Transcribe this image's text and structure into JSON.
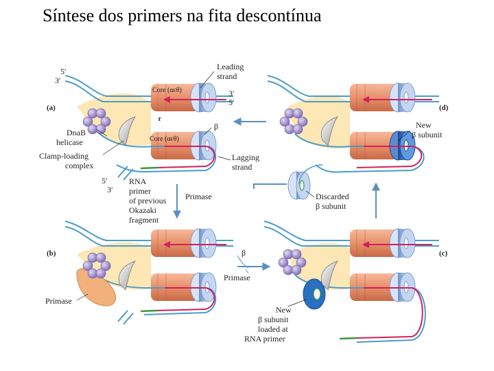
{
  "title": "Síntese dos primers na fita descontínua",
  "panels": {
    "a": "(a)",
    "b": "(b)",
    "c": "(c)",
    "d": "(d)"
  },
  "labels": {
    "five_prime": "5′",
    "three_prime": "3′",
    "leading_l1": "Leading",
    "leading_l2": "strand",
    "core": "Core (αεθ)",
    "tau": "τ",
    "beta": "β",
    "dnab_l1": "DnaB",
    "dnab_l2": "helicase",
    "clamp_l1": "Clamp-loading",
    "clamp_l2": "complex",
    "lagging_l1": "Lagging",
    "lagging_l2": "strand",
    "rna_l1": "RNA",
    "rna_l2": "primer",
    "rna_l3": "of previous",
    "rna_l4": "Okazaki",
    "rna_l5": "fragment",
    "primase": "Primase",
    "newbeta_l1": "New",
    "newbeta_l2": "β subunit",
    "loaded_l3": "loaded at",
    "loaded_l4": "RNA primer",
    "discarded_l1": "Discarded",
    "discarded_l2": "β subunit"
  },
  "colors": {
    "dna": "#4a9cc8",
    "new_strand": "#d0205a",
    "rna_primer": "#3a9a3a",
    "core": "#e8906a",
    "beta": "#9bb8e0",
    "beta_new": "#2a6fc0",
    "helicase": "#9a86c8",
    "clamp_complex": "#cfcfcf",
    "tau_region": "#fbe3a8",
    "primase": "#f2b07a",
    "arrow": "#5a8fc0"
  }
}
